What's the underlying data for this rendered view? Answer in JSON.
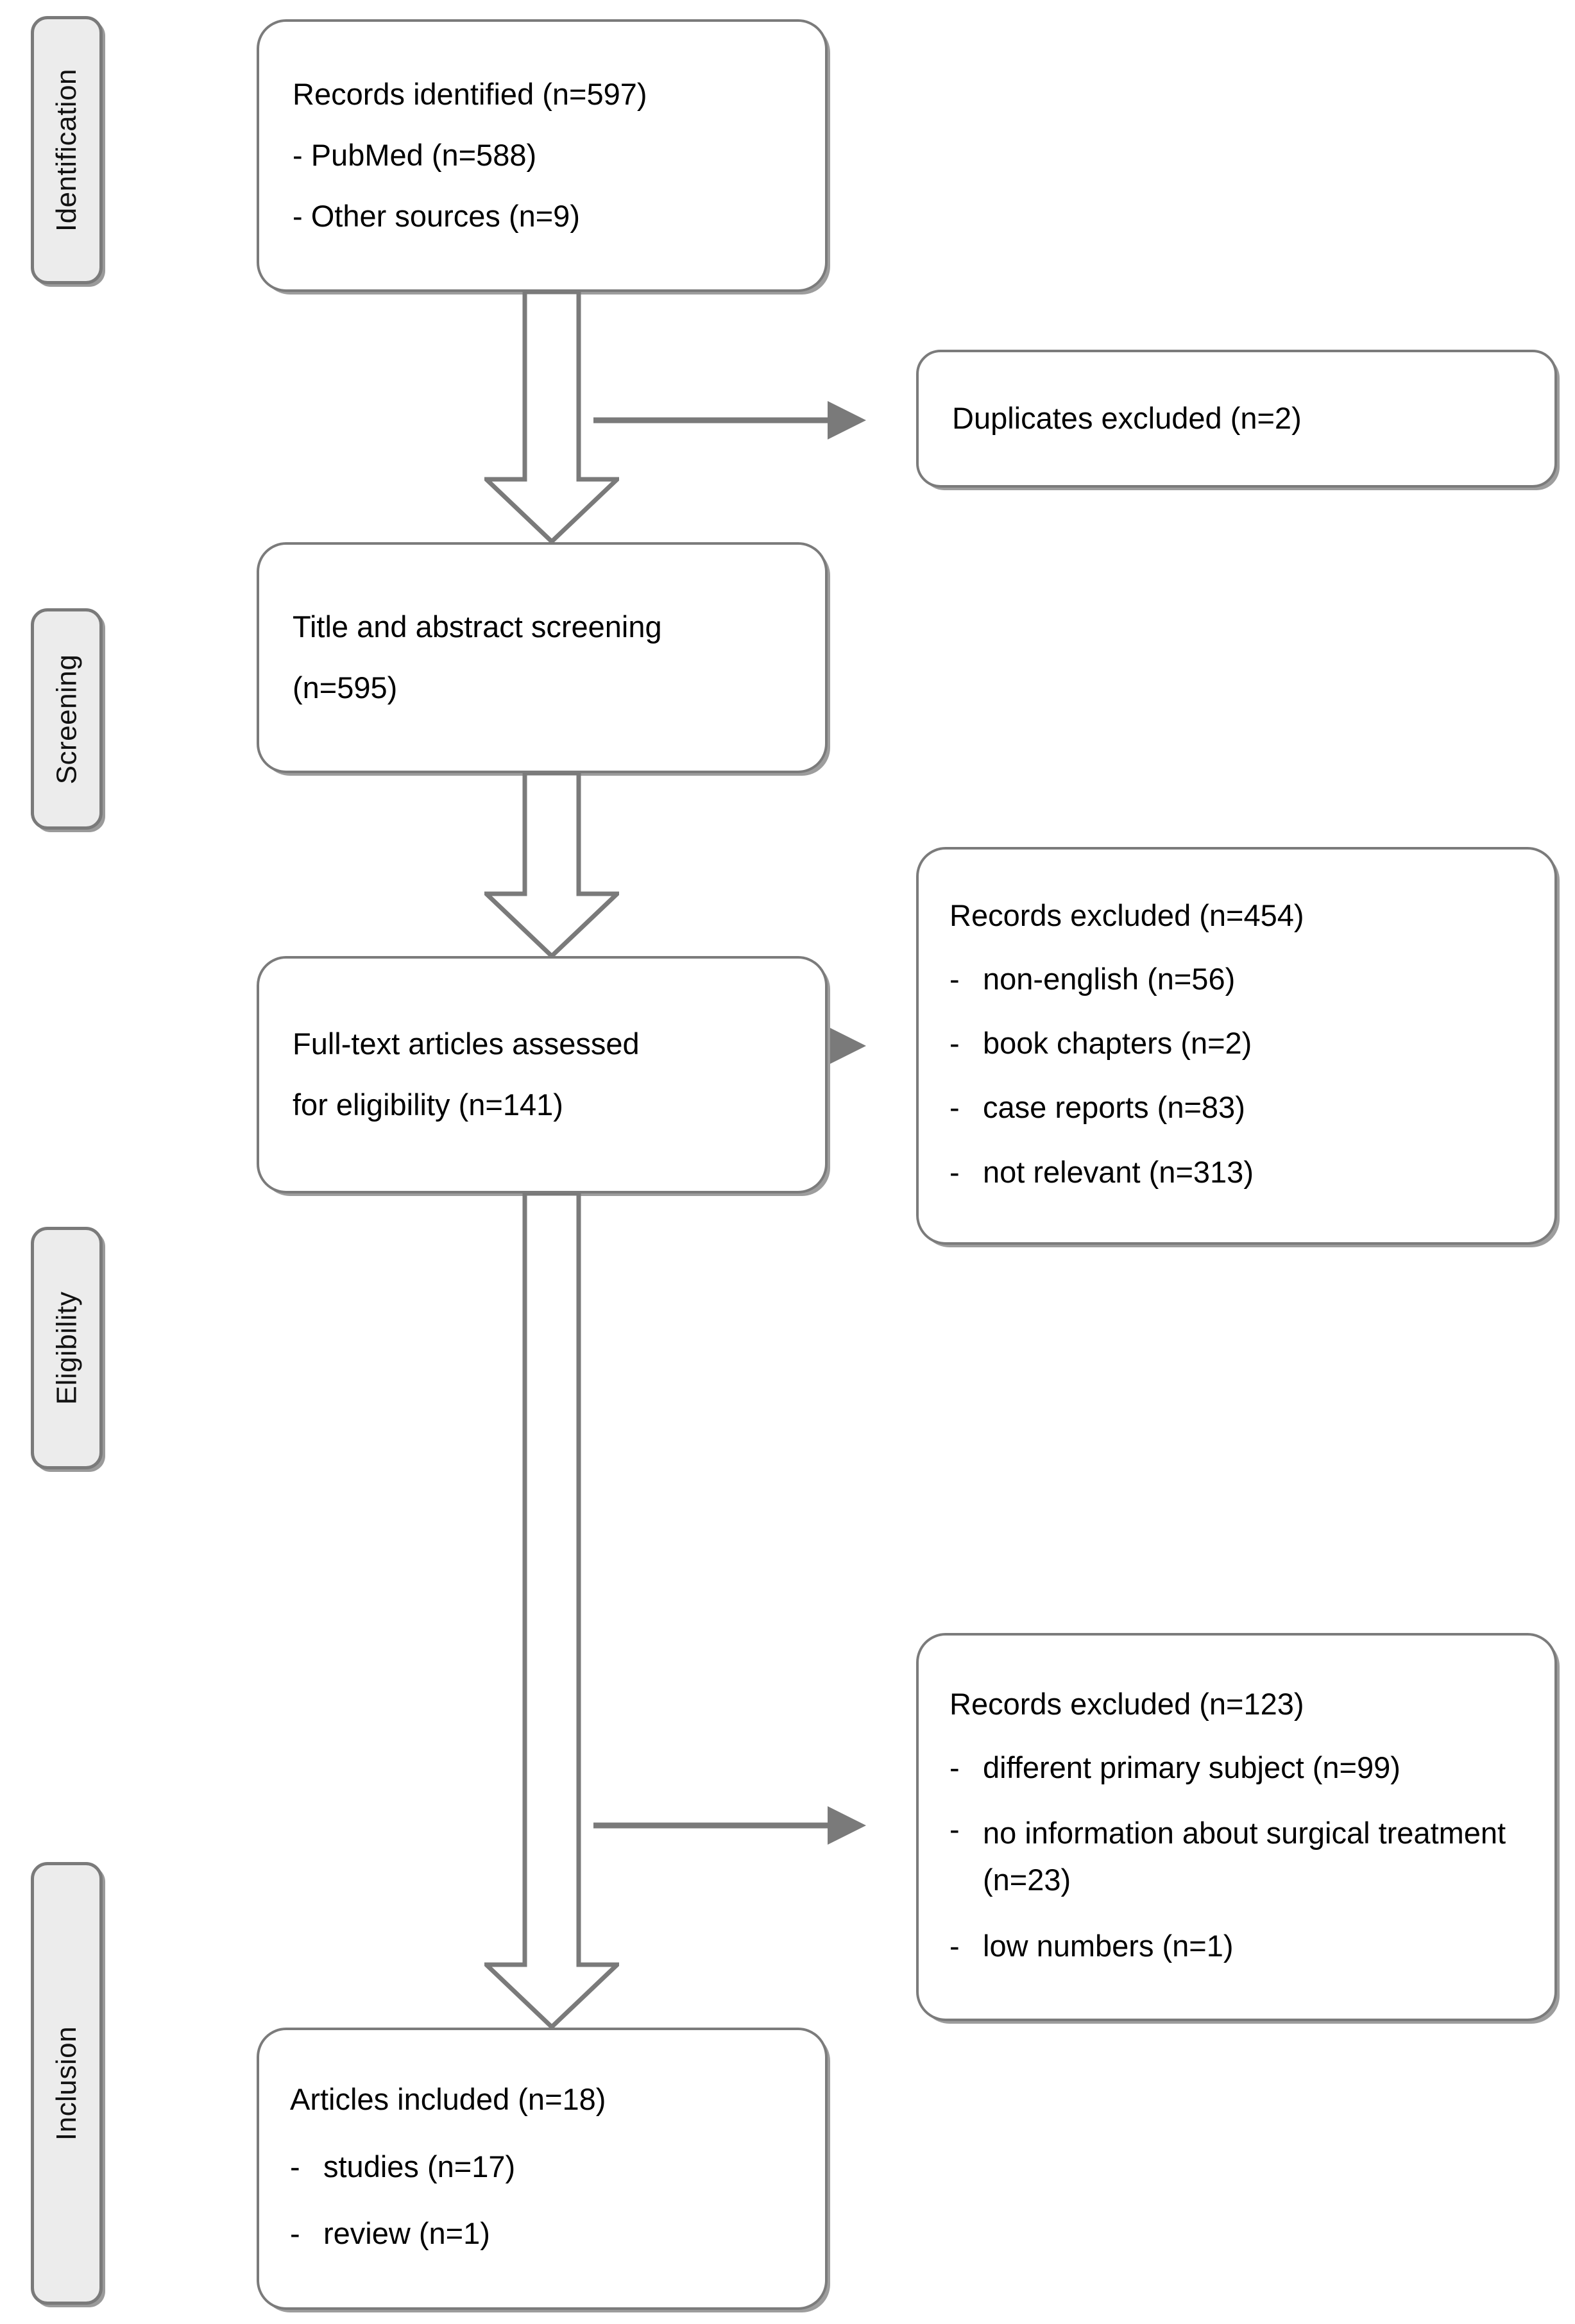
{
  "diagram": {
    "title": "PRISMA study selection flow diagram",
    "type": "prisma-flow",
    "colors": {
      "box_border": "#7b7b7b",
      "phase_fill": "#ececec",
      "arrow": "#7a7a7a",
      "text": "#000000",
      "background": "#ffffff"
    }
  },
  "phases": [
    {
      "id": "identification",
      "label": "Identification"
    },
    {
      "id": "screening",
      "label": "Screening"
    },
    {
      "id": "eligibility",
      "label": "Eligibility"
    },
    {
      "id": "inclusion",
      "label": "Inclusion"
    }
  ],
  "flow": {
    "identified": {
      "heading": "Records identified (n=597)",
      "items": [
        "- PubMed (n=588)",
        "- Other sources (n=9)"
      ]
    },
    "duplicates_excluded": {
      "heading": "Duplicates excluded (n=2)"
    },
    "screening": {
      "line1": "Title and abstract screening",
      "line2": "(n=595)"
    },
    "screening_excluded": {
      "heading": "Records excluded (n=454)",
      "bullet": "-",
      "items": [
        "non-english (n=56)",
        "book chapters (n=2)",
        "case reports (n=83)",
        "not relevant (n=313)"
      ]
    },
    "fulltext": {
      "line1": "Full-text articles assessed",
      "line2": "for eligibility (n=141)"
    },
    "fulltext_excluded": {
      "heading": "Records excluded (n=123)",
      "bullet": "-",
      "items": [
        "different primary subject (n=99)",
        "no information about surgical treatment (n=23)",
        "low numbers (n=1)"
      ]
    },
    "included": {
      "heading": "Articles included (n=18)",
      "bullet": "-",
      "items": [
        "studies (n=17)",
        "review (n=1)"
      ]
    }
  },
  "counts": {
    "records_identified": 597,
    "pubmed": 588,
    "other_sources": 9,
    "duplicates_excluded": 2,
    "title_abstract_screened": 595,
    "screening_excluded_total": 454,
    "non_english": 56,
    "book_chapters": 2,
    "case_reports": 83,
    "not_relevant": 313,
    "fulltext_assessed": 141,
    "fulltext_excluded_total": 123,
    "different_primary_subject": 99,
    "no_surgical_info": 23,
    "low_numbers": 1,
    "articles_included": 18,
    "studies": 17,
    "review": 1
  }
}
